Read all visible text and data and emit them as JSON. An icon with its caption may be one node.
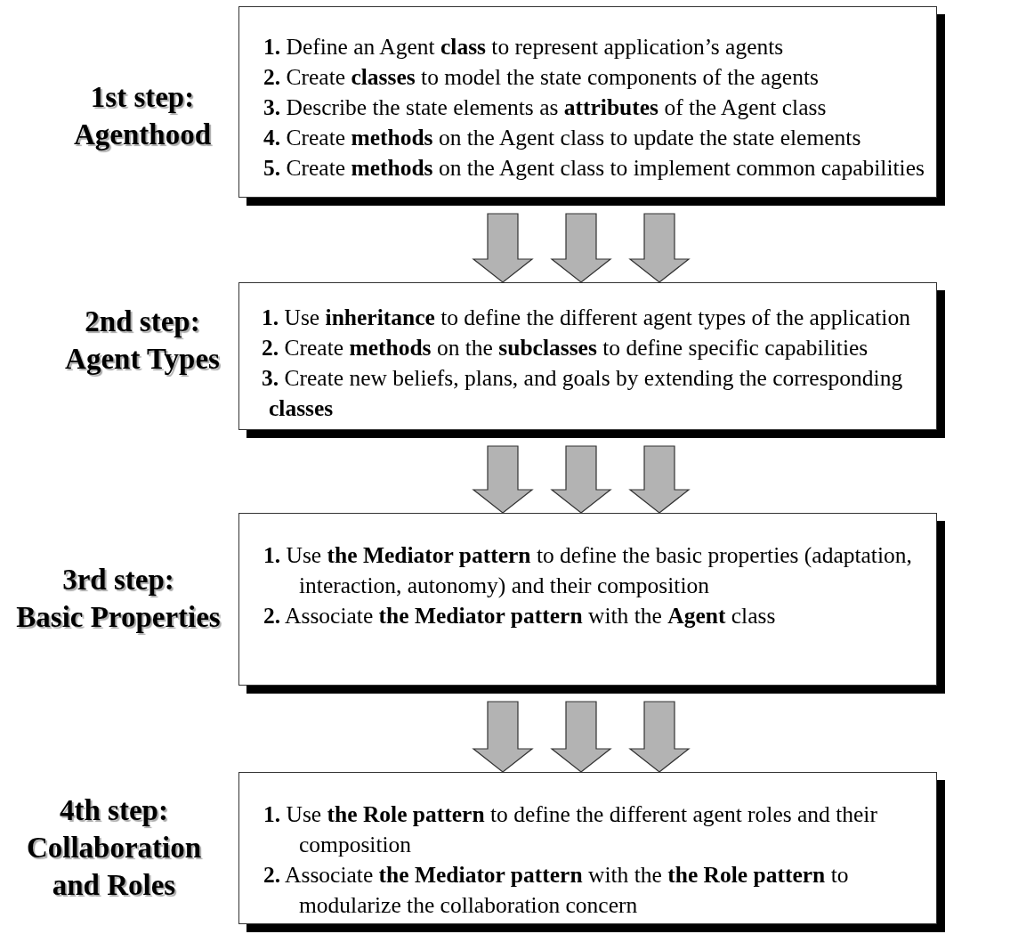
{
  "diagram": {
    "nodes": [
      {
        "text": [
          "**1.** Define an Agent **class** to represent application’s agents",
          "**2.** Create **classes** to model the state components of the agents",
          "**3.** Describe the state elements as **attributes** of the Agent class",
          "**4.** Create **methods** on the Agent class to update the state elements",
          "**5.** Create **methods** on the Agent class to implement common capabilities"
        ],
        "beside": [
          "1st step:",
          "Agenthood"
        ]
      },
      {
        "text": [
          "**1.** Use **inheritance** to define the different agent types of the application",
          "**2.** Create **methods** on the **subclasses** to define specific capabilities",
          "**3.** Create new beliefs, plans, and goals by extending the corresponding **classes**"
        ],
        "beside": [
          "2nd step:",
          "Agent Types"
        ]
      },
      {
        "text": [
          "**1.** Use **the Mediator pattern** to define the basic properties (adaptation, interaction, autonomy) and their composition",
          "**2.** Associate **the Mediator pattern** with the **Agent** class"
        ],
        "beside": [
          "3rd step:",
          "Basic Properties"
        ]
      },
      {
        "text": [
          "**1.** Use **the Role pattern** to define the different agent roles and their composition",
          "**2.** Associate **the Mediator pattern** with the **the Role pattern** to modularize the collaboration concern"
        ],
        "beside": [
          "4th step:",
          "Collaboration and Roles"
        ]
      }
    ],
    "edges": [
      {
        "from": 0,
        "to": 1,
        "arrow": "to"
      },
      {
        "from": 0,
        "to": 1,
        "arrow": "to"
      },
      {
        "from": 0,
        "to": 1,
        "arrow": "to"
      },
      {
        "from": 1,
        "to": 2,
        "arrow": "to"
      },
      {
        "from": 1,
        "to": 2,
        "arrow": "to"
      },
      {
        "from": 1,
        "to": 2,
        "arrow": "to"
      },
      {
        "from": 2,
        "to": 3,
        "arrow": "to"
      },
      {
        "from": 2,
        "to": 3,
        "arrow": "to"
      },
      {
        "from": 2,
        "to": 3,
        "arrow": "to"
      }
    ]
  }
}
